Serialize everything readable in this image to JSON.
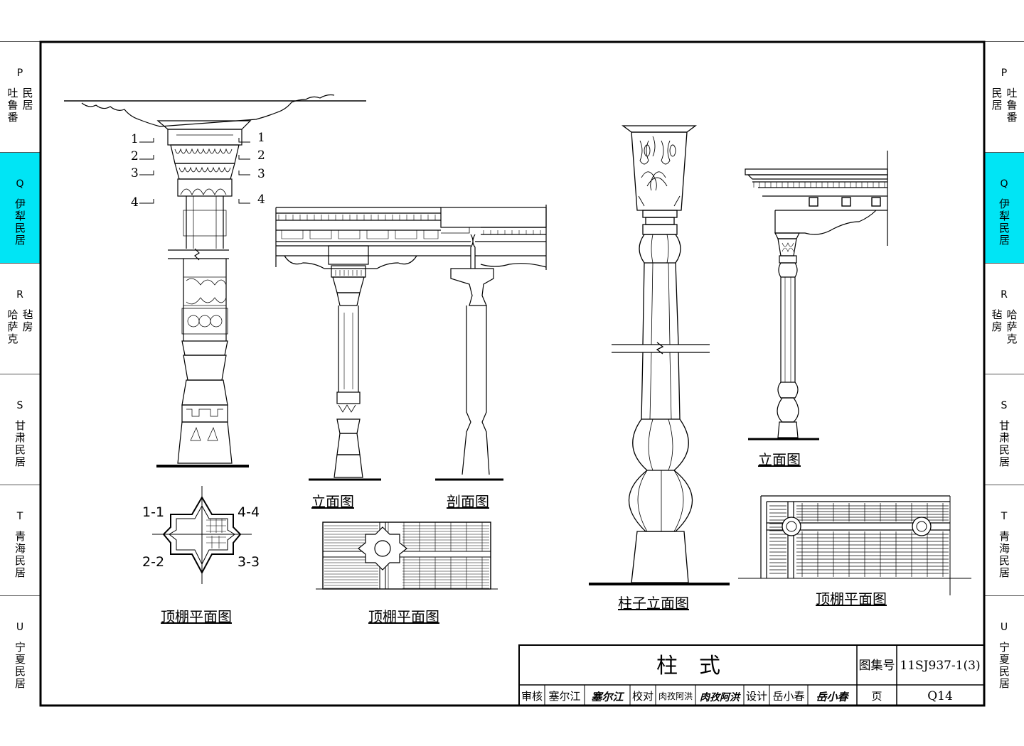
{
  "sidebar_left": {
    "tabs": [
      {
        "letter": "P",
        "cols": [
          "吐鲁番",
          "民居"
        ],
        "active": false
      },
      {
        "letter": "Q",
        "cols": [
          "伊犁民居"
        ],
        "active": true
      },
      {
        "letter": "R",
        "cols": [
          "哈萨克",
          "毡房"
        ],
        "active": false
      },
      {
        "letter": "S",
        "cols": [
          "甘肃民居"
        ],
        "active": false
      },
      {
        "letter": "T",
        "cols": [
          "青海民居"
        ],
        "active": false
      },
      {
        "letter": "U",
        "cols": [
          "宁夏民居"
        ],
        "active": false
      }
    ]
  },
  "sidebar_right": {
    "tabs": [
      {
        "letter": "P",
        "cols": [
          "民居",
          "吐鲁番"
        ],
        "active": false
      },
      {
        "letter": "Q",
        "cols": [
          "伊犁民居"
        ],
        "active": true
      },
      {
        "letter": "R",
        "cols": [
          "毡房",
          "哈萨克"
        ],
        "active": false
      },
      {
        "letter": "S",
        "cols": [
          "甘肃民居"
        ],
        "active": false
      },
      {
        "letter": "T",
        "cols": [
          "青海民居"
        ],
        "active": false
      },
      {
        "letter": "U",
        "cols": [
          "宁夏民居"
        ],
        "active": false
      }
    ]
  },
  "drawings": {
    "section_marks": [
      "1",
      "2",
      "3",
      "4"
    ],
    "plan_sections": [
      "1-1",
      "4-4",
      "2-2",
      "3-3"
    ],
    "labels": {
      "ceiling_plan_1": "顶棚平面图",
      "elevation_1": "立面图",
      "section_1": "剖面图",
      "ceiling_plan_2": "顶棚平面图",
      "column_elevation": "柱子立面图",
      "elevation_2": "立面图",
      "ceiling_plan_3": "顶棚平面图"
    }
  },
  "title_block": {
    "title": "柱　式",
    "atlas_label": "图集号",
    "atlas_no": "11SJ937-1(3)",
    "review_label": "审核",
    "reviewer": "塞尔江",
    "reviewer_sign": "塞尔江",
    "check_label": "校对",
    "checker": "肉孜阿洪",
    "checker_sign": "肉孜阿洪",
    "design_label": "设计",
    "designer": "岳小春",
    "designer_sign": "岳小春",
    "page_label": "页",
    "page_no": "Q14"
  },
  "colors": {
    "active_tab": "#00e5f5",
    "line": "#000000"
  }
}
